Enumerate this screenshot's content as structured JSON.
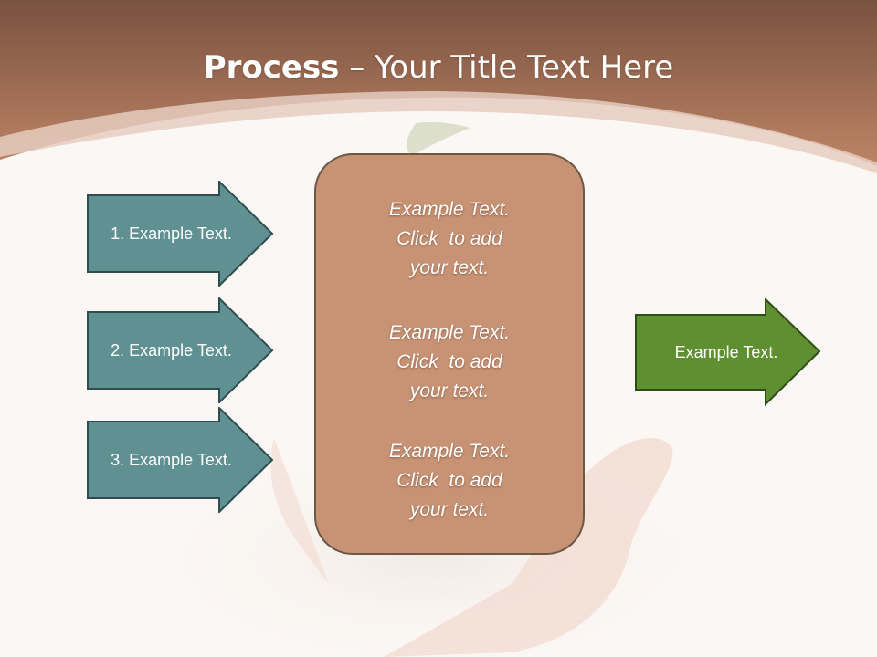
{
  "slide": {
    "title_bold": "Process",
    "title_rest": " – Your Title Text Here"
  },
  "inputs": [
    {
      "label": "1. Example Text."
    },
    {
      "label": "2. Example Text."
    },
    {
      "label": "3. Example Text."
    }
  ],
  "center_box": {
    "paragraphs": [
      {
        "line1": "Example Text.",
        "line2": "Click  to add",
        "line3": "your text."
      },
      {
        "line1": "Example Text.",
        "line2": "Click  to add",
        "line3": "your text."
      },
      {
        "line1": "Example Text.",
        "line2": "Click  to add",
        "line3": "your text."
      }
    ]
  },
  "output": {
    "label": "Example Text."
  },
  "colors": {
    "header_band": "#b67a58",
    "input_arrow": "#5f9193",
    "output_arrow": "#5e8f31",
    "center_box": "#c89274"
  }
}
